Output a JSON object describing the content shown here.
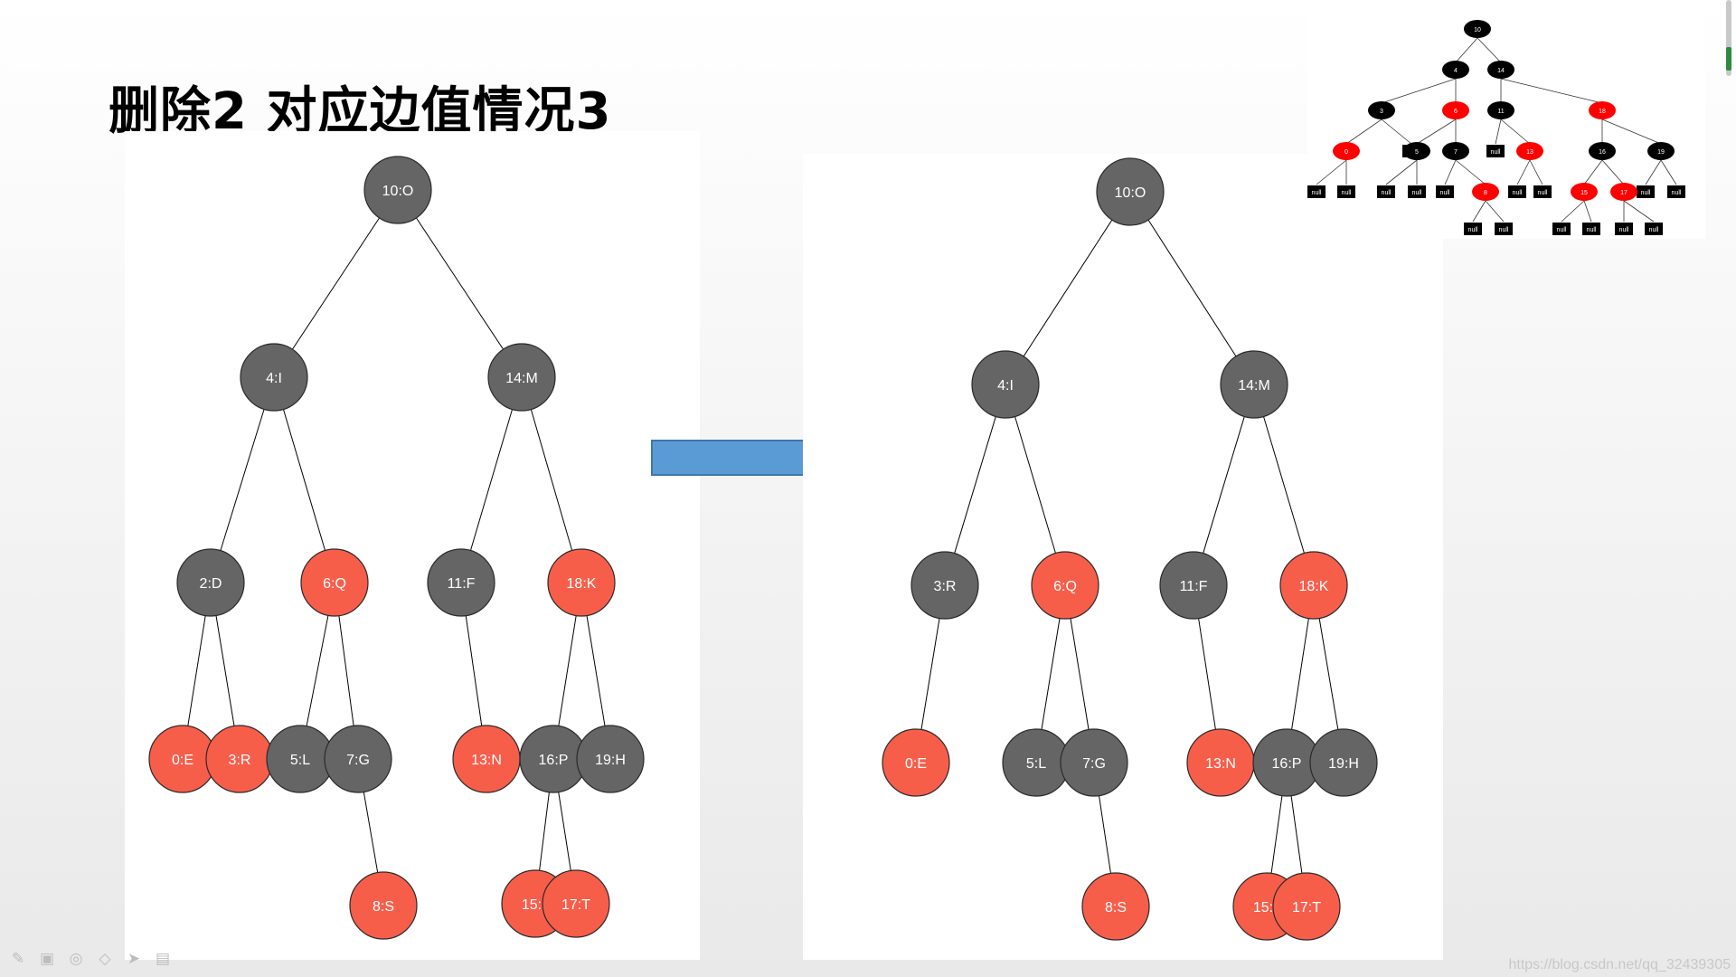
{
  "slide": {
    "title": "删除2 对应边值情况3",
    "watermark": "https://blog.csdn.net/qq_32439305"
  },
  "colors": {
    "black_node": "#656565",
    "red_node": "#f75e4a",
    "arrow": "#5b9bd5",
    "thumb_black": "#000000",
    "thumb_red": "#ff0000"
  },
  "tree_before": {
    "nodes": [
      {
        "id": "n10",
        "label": "10:O",
        "color": "black"
      },
      {
        "id": "n4",
        "label": "4:I",
        "color": "black"
      },
      {
        "id": "n14",
        "label": "14:M",
        "color": "black"
      },
      {
        "id": "n2",
        "label": "2:D",
        "color": "black"
      },
      {
        "id": "n6",
        "label": "6:Q",
        "color": "red"
      },
      {
        "id": "n11",
        "label": "11:F",
        "color": "black"
      },
      {
        "id": "n18",
        "label": "18:K",
        "color": "red"
      },
      {
        "id": "n0",
        "label": "0:E",
        "color": "red"
      },
      {
        "id": "n3",
        "label": "3:R",
        "color": "red"
      },
      {
        "id": "n5",
        "label": "5:L",
        "color": "black"
      },
      {
        "id": "n7",
        "label": "7:G",
        "color": "black"
      },
      {
        "id": "n13",
        "label": "13:N",
        "color": "red"
      },
      {
        "id": "n16",
        "label": "16:P",
        "color": "black"
      },
      {
        "id": "n19",
        "label": "19:H",
        "color": "black"
      },
      {
        "id": "n8",
        "label": "8:S",
        "color": "red"
      },
      {
        "id": "n15",
        "label": "15:J",
        "color": "red"
      },
      {
        "id": "n17",
        "label": "17:T",
        "color": "red"
      }
    ],
    "edges": [
      [
        "n10",
        "n4"
      ],
      [
        "n10",
        "n14"
      ],
      [
        "n4",
        "n2"
      ],
      [
        "n4",
        "n6"
      ],
      [
        "n14",
        "n11"
      ],
      [
        "n14",
        "n18"
      ],
      [
        "n2",
        "n0"
      ],
      [
        "n2",
        "n3"
      ],
      [
        "n6",
        "n5"
      ],
      [
        "n6",
        "n7"
      ],
      [
        "n11",
        "n13"
      ],
      [
        "n18",
        "n16"
      ],
      [
        "n18",
        "n19"
      ],
      [
        "n7",
        "n8"
      ],
      [
        "n16",
        "n15"
      ],
      [
        "n16",
        "n17"
      ]
    ]
  },
  "tree_after": {
    "nodes": [
      {
        "id": "m10",
        "label": "10:O",
        "color": "black"
      },
      {
        "id": "m4",
        "label": "4:I",
        "color": "black"
      },
      {
        "id": "m14",
        "label": "14:M",
        "color": "black"
      },
      {
        "id": "m3",
        "label": "3:R",
        "color": "black"
      },
      {
        "id": "m6",
        "label": "6:Q",
        "color": "red"
      },
      {
        "id": "m11",
        "label": "11:F",
        "color": "black"
      },
      {
        "id": "m18",
        "label": "18:K",
        "color": "red"
      },
      {
        "id": "m0",
        "label": "0:E",
        "color": "red"
      },
      {
        "id": "m5",
        "label": "5:L",
        "color": "black"
      },
      {
        "id": "m7",
        "label": "7:G",
        "color": "black"
      },
      {
        "id": "m13",
        "label": "13:N",
        "color": "red"
      },
      {
        "id": "m16",
        "label": "16:P",
        "color": "black"
      },
      {
        "id": "m19",
        "label": "19:H",
        "color": "black"
      },
      {
        "id": "m8",
        "label": "8:S",
        "color": "red"
      },
      {
        "id": "m15",
        "label": "15:J",
        "color": "red"
      },
      {
        "id": "m17",
        "label": "17:T",
        "color": "red"
      }
    ],
    "edges": [
      [
        "m10",
        "m4"
      ],
      [
        "m10",
        "m14"
      ],
      [
        "m4",
        "m3"
      ],
      [
        "m4",
        "m6"
      ],
      [
        "m14",
        "m11"
      ],
      [
        "m14",
        "m18"
      ],
      [
        "m3",
        "m0"
      ],
      [
        "m6",
        "m5"
      ],
      [
        "m6",
        "m7"
      ],
      [
        "m11",
        "m13"
      ],
      [
        "m18",
        "m16"
      ],
      [
        "m18",
        "m19"
      ],
      [
        "m7",
        "m8"
      ],
      [
        "m16",
        "m15"
      ],
      [
        "m16",
        "m17"
      ]
    ]
  },
  "thumbnail_tree": {
    "nodes": [
      {
        "id": "t10",
        "label": "10",
        "color": "black"
      },
      {
        "id": "t4",
        "label": "4",
        "color": "black"
      },
      {
        "id": "t14",
        "label": "14",
        "color": "black"
      },
      {
        "id": "t3",
        "label": "3",
        "color": "black"
      },
      {
        "id": "t6",
        "label": "6",
        "color": "red"
      },
      {
        "id": "t11",
        "label": "11",
        "color": "black"
      },
      {
        "id": "t18",
        "label": "18",
        "color": "red"
      },
      {
        "id": "t0",
        "label": "0",
        "color": "red"
      },
      {
        "id": "t5",
        "label": "5",
        "color": "black"
      },
      {
        "id": "t7",
        "label": "7",
        "color": "black"
      },
      {
        "id": "t13",
        "label": "13",
        "color": "red"
      },
      {
        "id": "t16",
        "label": "16",
        "color": "black"
      },
      {
        "id": "t19",
        "label": "19",
        "color": "black"
      },
      {
        "id": "t8",
        "label": "8",
        "color": "red"
      },
      {
        "id": "t15",
        "label": "15",
        "color": "red"
      },
      {
        "id": "t17",
        "label": "17",
        "color": "red"
      }
    ],
    "null_label": "null"
  }
}
